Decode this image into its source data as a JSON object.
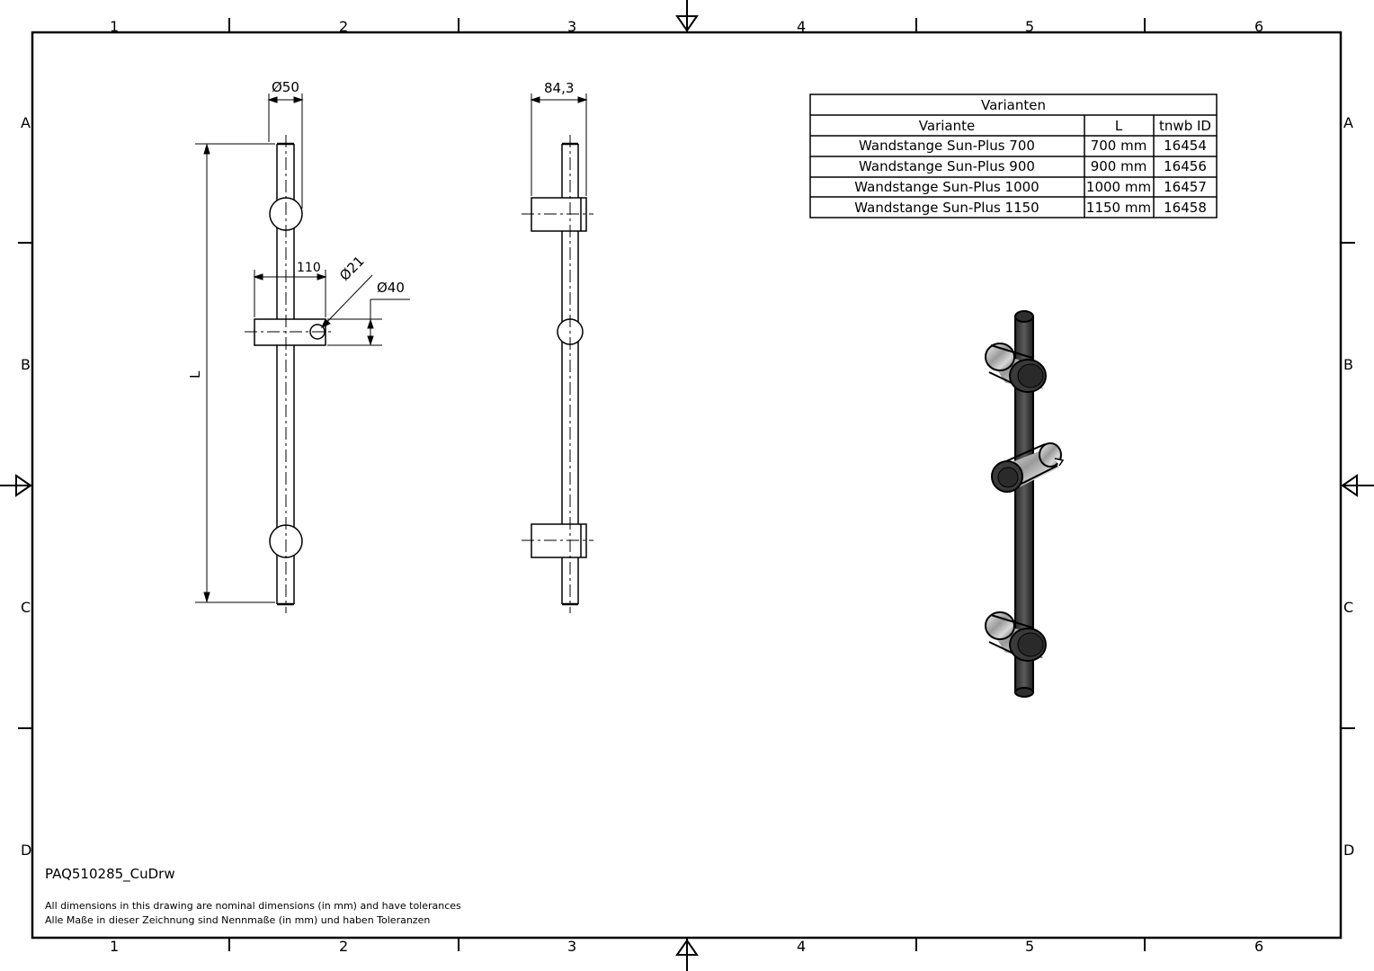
{
  "sheet": {
    "columns": [
      "1",
      "2",
      "3",
      "4",
      "5",
      "6"
    ],
    "rows": [
      "A",
      "B",
      "C",
      "D"
    ]
  },
  "front_view": {
    "dia_top": "Ø50",
    "dim_offset": "110",
    "dia_hole": "Ø21",
    "dia_holder": "Ø40",
    "length": "L"
  },
  "side_view": {
    "depth": "84,3"
  },
  "variants_table": {
    "title": "Varianten",
    "headers": [
      "Variante",
      "L",
      "tnwb ID"
    ],
    "rows": [
      [
        "Wandstange Sun-Plus 700",
        "700 mm",
        "16454"
      ],
      [
        "Wandstange Sun-Plus 900",
        "900 mm",
        "16456"
      ],
      [
        "Wandstange Sun-Plus 1000",
        "1000 mm",
        "16457"
      ],
      [
        "Wandstange Sun-Plus 1150",
        "1150 mm",
        "16458"
      ]
    ]
  },
  "footer": {
    "doc_id": "PAQ510285_CuDrw",
    "note_en": "All dimensions in this drawing are nominal dimensions (in mm) and have tolerances",
    "note_de": "Alle Maße in dieser Zeichnung sind Nennmaße (in mm) und haben Toleranzen"
  },
  "colors": {
    "line": "#000000",
    "paper": "#ffffff",
    "metal": "#3a3a3a"
  }
}
